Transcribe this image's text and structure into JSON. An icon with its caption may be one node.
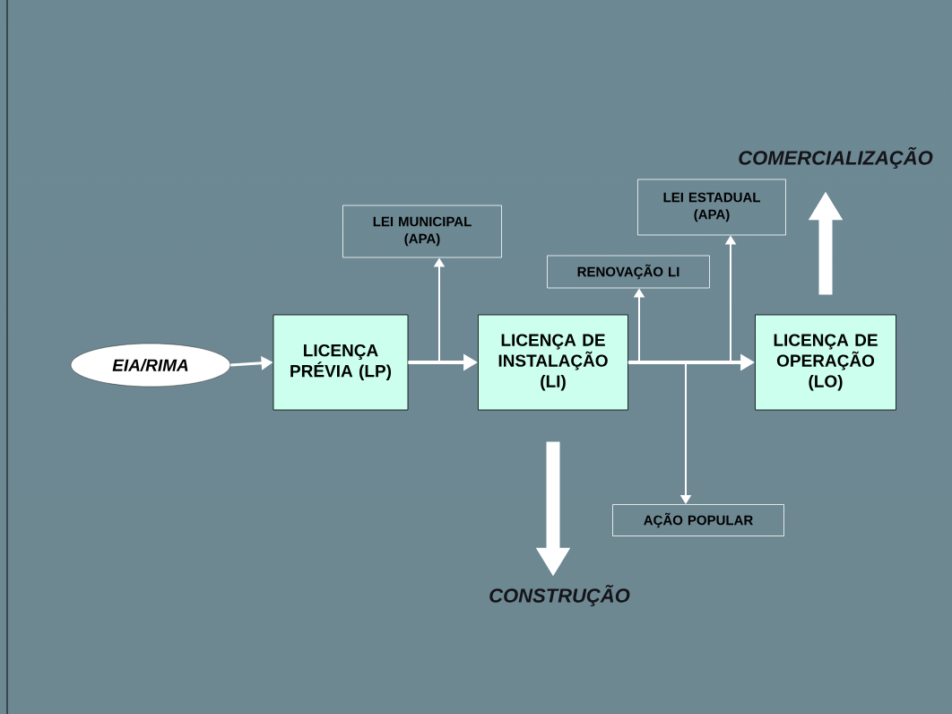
{
  "diagram": {
    "nodes": [
      {
        "text": [
          "EIA/RIMA"
        ]
      },
      {
        "text": [
          "LICENÇA PRÉVIA (LP)"
        ]
      },
      {
        "text": [
          "LEI MUNICIPAL (APA)"
        ]
      },
      {
        "text": [
          "LICENÇA DE INSTALAÇÃO (LI)"
        ]
      },
      {
        "text": [
          "RENOVAÇÃO LI"
        ]
      },
      {
        "text": [
          "LEI ESTADUAL (APA)"
        ]
      },
      {
        "text": [
          "COMERCIALIZAÇÃO"
        ]
      },
      {
        "text": [
          "LICENÇA DE OPERAÇÃO (LO)"
        ]
      },
      {
        "text": [
          "AÇÃO POPULAR"
        ]
      },
      {
        "text": [
          "CONSTRUÇÃO"
        ]
      }
    ],
    "edges": [
      {
        "from": 0,
        "to": 1,
        "arrow": "to"
      },
      {
        "from": 1,
        "to": 3,
        "arrow": "to"
      },
      {
        "from": 1,
        "to": 2,
        "arrow": "to"
      },
      {
        "from": 3,
        "to": 7,
        "arrow": "to"
      },
      {
        "from": 3,
        "to": 4,
        "arrow": "to"
      },
      {
        "from": 3,
        "to": 5,
        "arrow": "to"
      },
      {
        "from": 3,
        "to": 8,
        "arrow": "to"
      },
      {
        "from": 7,
        "to": 6,
        "arrow": "to",
        "style": "thick"
      },
      {
        "from": 3,
        "to": 9,
        "arrow": "to",
        "style": "thick"
      }
    ]
  }
}
